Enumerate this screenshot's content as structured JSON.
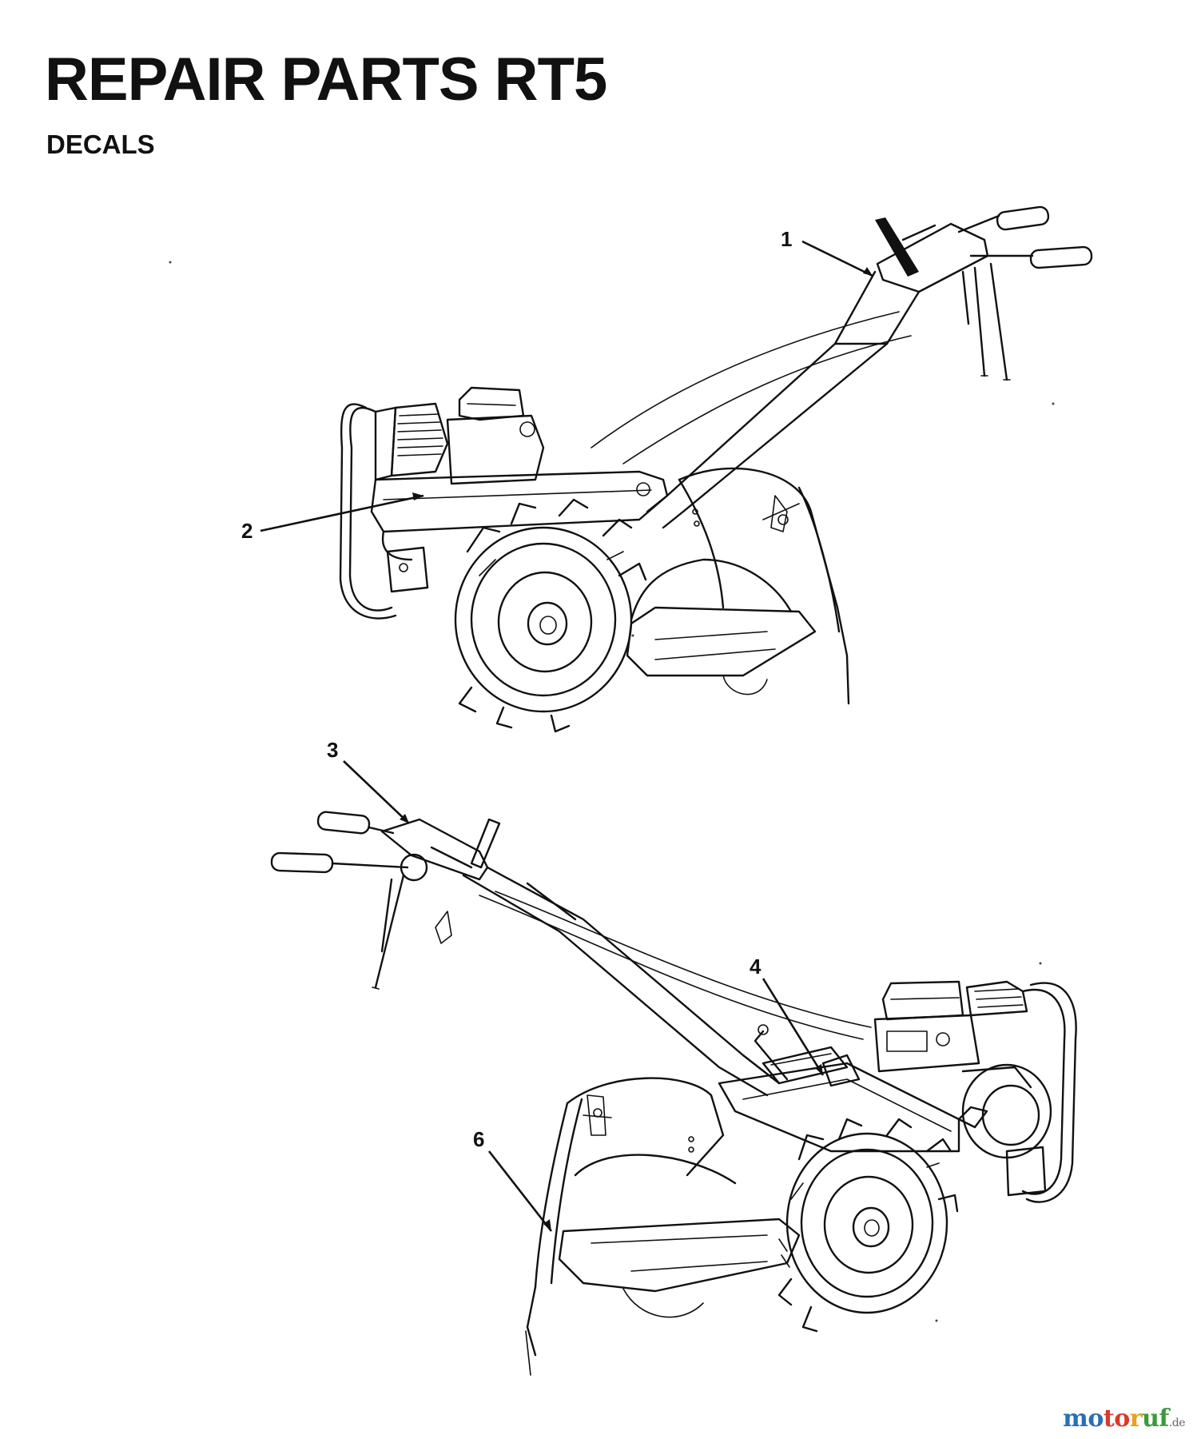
{
  "header": {
    "title": "REPAIR PARTS RT5",
    "subtitle": "DECALS"
  },
  "callouts": [
    "1",
    "2",
    "3",
    "4",
    "6"
  ],
  "watermark": {
    "part1": "mo",
    "part2": "to",
    "part3": "r",
    "part4": "uf",
    "suffix": ".de"
  }
}
